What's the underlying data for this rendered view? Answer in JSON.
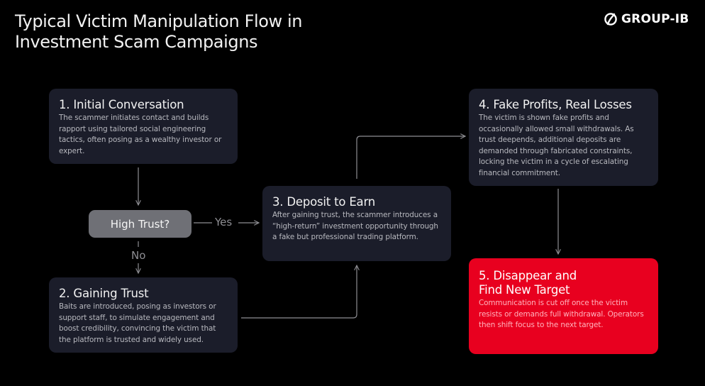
{
  "header": {
    "title_line1": "Typical Victim Manipulation Flow in",
    "title_line2": "Investment Scam Campaigns",
    "logo_text": "GROUP-IB"
  },
  "colors": {
    "background": "#000000",
    "card": "#1b1d2a",
    "accent_red": "#e8001f",
    "decision": "#6f7076",
    "connector": "#8e8e93"
  },
  "steps": [
    {
      "title": "1. Initial Conversation",
      "body": "The scammer initiates contact and builds rapport using tailored social engineering tactics, often posing as a wealthy investor or expert."
    },
    {
      "title": "2. Gaining Trust",
      "body": "Baits are introduced, posing as investors or support staff, to simulate engagement and boost credibility, convincing the victim that the platform is trusted and widely used."
    },
    {
      "title": "3. Deposit to Earn",
      "body": "After gaining trust, the scammer introduces a “high-return” investment opportunity through a fake but professional trading platform."
    },
    {
      "title": "4. Fake Profits, Real Losses",
      "body": "The victim is shown fake profits and occasionally allowed small withdrawals. As trust deepends, additional deposits are demanded through fabricated constraints, locking the victim in a cycle of escalating financial commitment."
    },
    {
      "title_line1": "5. Disappear and",
      "title_line2": "Find New Target",
      "body": "Communication is cut off once the victim resists or demands full withdrawal. Operators then shift focus to the next target."
    }
  ],
  "decision": {
    "label": "High Trust?",
    "yes_label": "Yes",
    "no_label": "No"
  }
}
